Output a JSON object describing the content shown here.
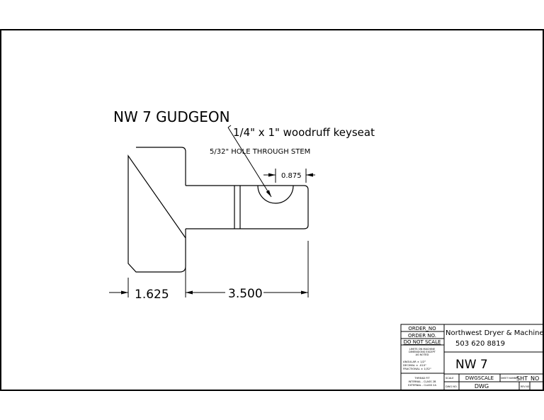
{
  "drawing": {
    "title": "NW 7 GUDGEON",
    "notes": {
      "keyseat": "1/4\" x 1\" woodruff keyseat",
      "hole": "5/32\" HOLE THROUGH STEM"
    },
    "dimensions": {
      "keyseat_offset": "0.875",
      "head_length": "1.625",
      "stem_length": "3.500"
    }
  },
  "title_block": {
    "order_no_label": "ORDER_NO",
    "order_no_caption": "ORDER NO.",
    "do_not_scale": "DO NOT SCALE",
    "limits_note": [
      "LIMITS ON MACHINE",
      "DIMENSIONS EXCEPT",
      "AS NOTED"
    ],
    "tolerances": [
      "ANGULAR    ± 1/2°",
      "DECIMAL    ± .010\"",
      "FRACTIONAL ± 1/32\""
    ],
    "thread_note": [
      "THREAD FIT",
      "INTERNAL - CLASS 2B",
      "EXTERNAL - CLASS 2A"
    ],
    "company": "Northwest Dryer & Machinery",
    "phone": "503 620 8819",
    "drawing_name": "NW 7",
    "scale_label": "SCALE",
    "scale_value": "DWGSCALE",
    "sheet_label": "SHEET NUMBER",
    "sheet_value": "SHT_NO",
    "dwg_label": "DWG NO.",
    "dwg_value": "DWG",
    "rev_label": "REV NO."
  }
}
